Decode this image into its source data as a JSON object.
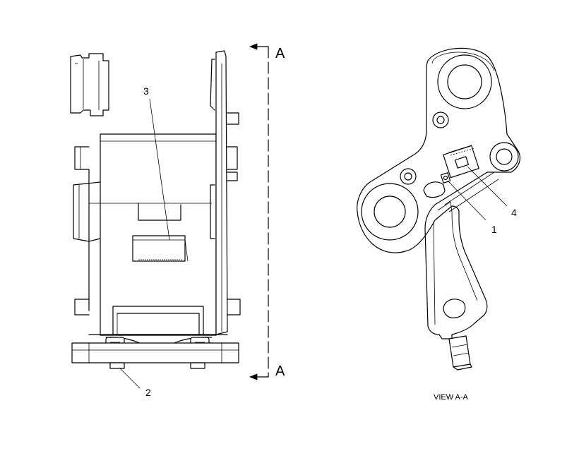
{
  "section_marker": {
    "top_letter": "A",
    "bottom_letter": "A"
  },
  "callouts": {
    "c1": "1",
    "c2": "2",
    "c3": "3",
    "c4": "4"
  },
  "view_caption": "VIEW A-A"
}
